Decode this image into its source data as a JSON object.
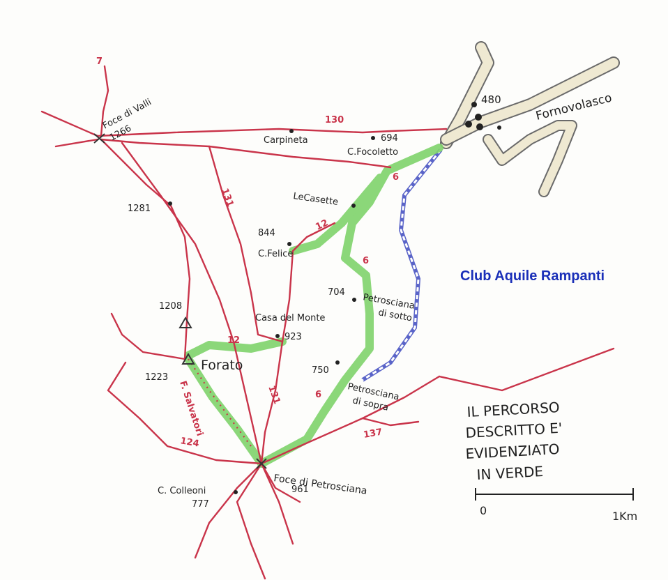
{
  "map": {
    "brand": "Club Aquile Rampanti",
    "places": {
      "foce_di_valli": "Foce di Valli",
      "foce_di_valli_alt": "1266",
      "carpineta": "Carpineta",
      "c_focoletto": "C.Focoletto",
      "c_focoletto_alt": "694",
      "fornovolasco": "Fornovolasco",
      "fornovolasco_alt": "480",
      "le_casette": "LeCasette",
      "c_felice": "C.Felice",
      "c_felice_alt": "844",
      "point_1281": "1281",
      "point_1208": "1208",
      "forato": "Forato",
      "forato_alt": "1223",
      "casa_del_monte": "Casa del Monte",
      "casa_del_monte_alt": "923",
      "petrosciana_di_sotto_1": "Petrosciana",
      "petrosciana_di_sotto_2": "di sotto",
      "petrosciana_di_sotto_alt": "704",
      "petrosciana_di_sopra_1": "Petrosciana",
      "petrosciana_di_sopra_2": "di sopra",
      "petrosciana_di_sopra_alt": "750",
      "f_salvatori": "F. Salvatori",
      "foce_di_petrosciana": "Foce di Petrosciana",
      "foce_di_petrosciana_alt": "961",
      "c_colleoni": "C. Colleoni",
      "c_colleoni_alt": "777"
    },
    "trail_numbers": {
      "t7": "7",
      "t130": "130",
      "t131_top": "131",
      "t131_bottom": "131",
      "t12_upper": "12",
      "t12_lower": "12",
      "t6_top": "6",
      "t6_mid": "6",
      "t6_bottom": "6",
      "t124": "124",
      "t137": "137"
    },
    "note": {
      "line1": "IL PERCORSO",
      "line2": "DESCRITTO E'",
      "line3": "EVIDENZIATO",
      "line4": "IN VERDE"
    },
    "scale": {
      "zero": "0",
      "one": "1Km"
    },
    "colors": {
      "trail": "#c9344a",
      "highlight": "#7fd36b",
      "road_blue": "#5a64c8",
      "road_fill": "#efe9d2",
      "brand": "#1a2fb8"
    }
  }
}
